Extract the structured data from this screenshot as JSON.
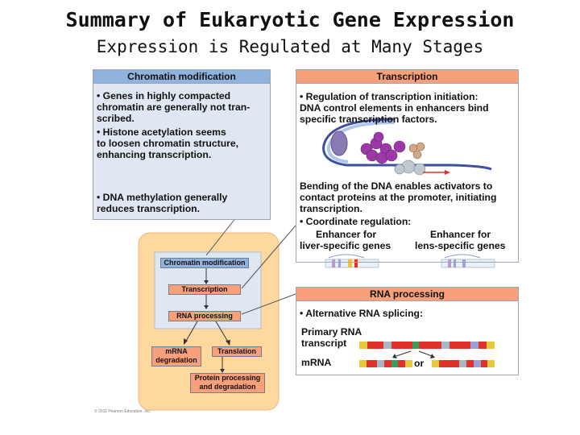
{
  "title": "Summary of Eukaryotic Gene Expression",
  "subtitle": "Expression is Regulated at Many Stages",
  "chromatin_panel": {
    "header": "Chromatin modification",
    "bullet1_lines": [
      "• Genes in highly compacted",
      "chromatin are generally not tran-",
      "scribed."
    ],
    "bullet2_lines": [
      "• Histone acetylation seems",
      "to loosen chromatin structure,",
      "enhancing transcription."
    ],
    "bullet3_lines": [
      "• DNA methylation generally",
      "reduces transcription."
    ]
  },
  "transcription_panel": {
    "header": "Transcription",
    "bullet1_lines": [
      "• Regulation of transcription initiation:",
      "DNA control elements in enhancers bind",
      "specific transcription factors."
    ],
    "bending_lines": [
      "Bending of the DNA enables activators to",
      "contact proteins at the promoter, initiating",
      "transcription."
    ],
    "bullet2": "• Coordinate regulation:",
    "enhancer_liver_lines": [
      "Enhancer for",
      "liver-specific genes"
    ],
    "enhancer_lens_lines": [
      "Enhancer for",
      "lens-specific genes"
    ]
  },
  "rna_panel": {
    "header": "RNA processing",
    "bullet": "• Alternative RNA splicing:",
    "primary_lines": [
      "Primary RNA",
      "transcript"
    ],
    "mrna": "mRNA",
    "or": "or"
  },
  "flow": {
    "chromatin": "Chromatin modification",
    "transcription": "Transcription",
    "rna_processing": "RNA processing",
    "mrna_degradation_lines": [
      "mRNA",
      "degradation"
    ],
    "translation": "Translation",
    "protein_lines": [
      "Protein processing",
      "and degradation"
    ]
  },
  "copyright": "© 2011 Pearson Education, Inc.",
  "colors": {
    "blue_header": "#8fb3dd",
    "blue_panel": "#dfe7f2",
    "orange_header": "#f7a07a",
    "flow_background": "#fdd9a0",
    "nucleosome": "#9b7bb6",
    "complex": "#9b3aa6"
  }
}
